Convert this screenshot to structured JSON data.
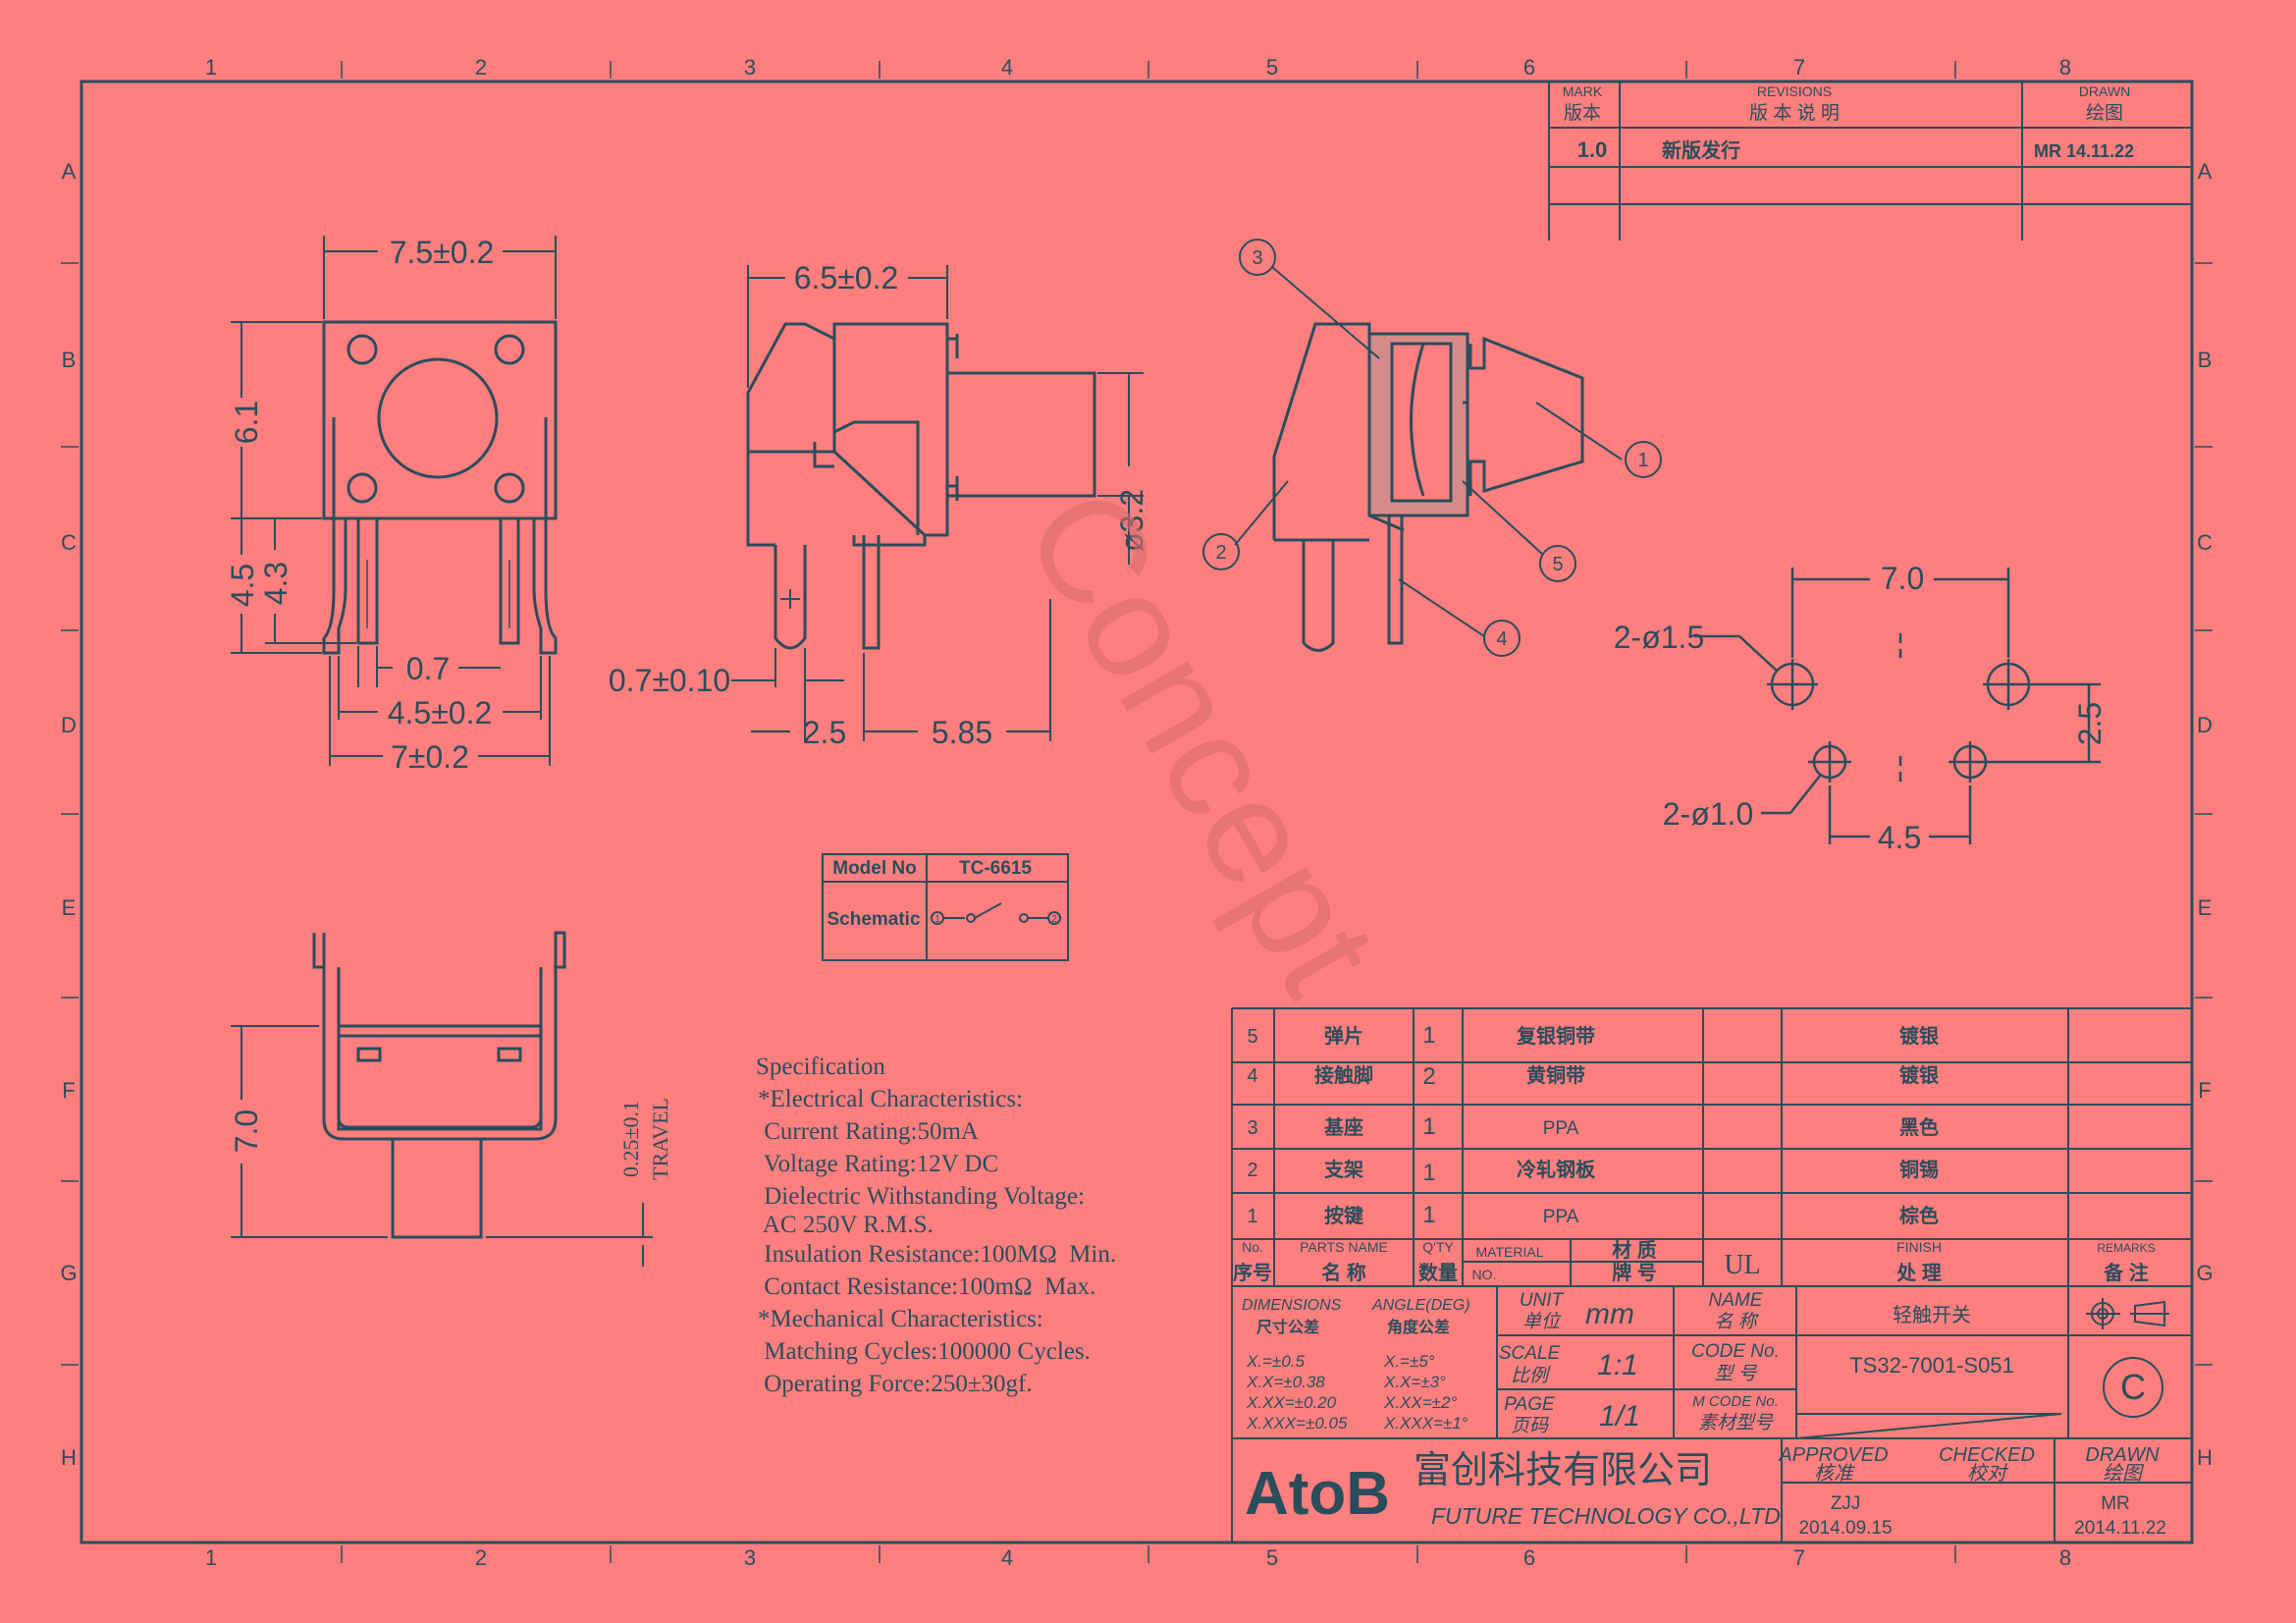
{
  "border": {
    "columns": [
      "1",
      "2",
      "3",
      "4",
      "5",
      "6",
      "7",
      "8"
    ],
    "rows": [
      "A",
      "B",
      "C",
      "D",
      "E",
      "F",
      "G",
      "H"
    ]
  },
  "revisions": {
    "mark_en": "MARK",
    "mark_cn": "版本",
    "rev_en": "REVISIONS",
    "rev_cn": "版 本 说 明",
    "drawn_en": "DRAWN",
    "drawn_cn": "绘图",
    "entry": {
      "mark": "1.0",
      "desc": "新版发行",
      "drawn": "MR 14.11.22"
    }
  },
  "dimensions": {
    "front_width": "7.5±0.2",
    "front_height": "6.1",
    "pin_len_outer": "4.5",
    "pin_len_inner": "4.3",
    "pin_width": "0.7",
    "pin_pitch": "4.5±0.2",
    "overall_width": "7±0.2",
    "side_depth": "6.5±0.2",
    "button_dia": "ø3.2",
    "side_pin": "0.7±0.10",
    "side_pin_offset": "2.5",
    "side_pin_span": "5.85",
    "bottom_height": "7.0",
    "travel_value": "0.25±0.1",
    "travel_label": "TRAVEL",
    "pcb_hole_large": "2-ø1.5",
    "pcb_hole_small": "2-ø1.0",
    "pcb_span_top": "7.0",
    "pcb_span_bottom": "4.5",
    "pcb_vertical": "2.5"
  },
  "balloons": [
    "1",
    "2",
    "3",
    "4",
    "5"
  ],
  "watermark": "Concept",
  "model_table": {
    "model_label": "Model No",
    "model_value": "TC-6615",
    "schematic_label": "Schematic",
    "pin1": "1",
    "pin2": "2"
  },
  "specification": [
    "Specification",
    "*Electrical Characteristics:",
    " Current Rating:50mA",
    " Voltage Rating:12V DC",
    " Dielectric Withstanding Voltage:",
    " AC 250V R.M.S.",
    " Insulation Resistance:100MΩ  Min.",
    " Contact Resistance:100mΩ  Max.",
    "*Mechanical Characteristics:",
    " Matching Cycles:100000 Cycles.",
    " Operating Force:250±30gf."
  ],
  "bom": {
    "rows": [
      {
        "no": "5",
        "name": "弹片",
        "qty": "1",
        "material": "复银铜带",
        "finish": "镀银"
      },
      {
        "no": "4",
        "name": "接触脚",
        "qty": "2",
        "material": "黄铜带",
        "finish": "镀银"
      },
      {
        "no": "3",
        "name": "基座",
        "qty": "1",
        "material": "PPA",
        "finish": "黑色"
      },
      {
        "no": "2",
        "name": "支架",
        "qty": "1",
        "material": "冷轧钢板",
        "finish": "铜锡"
      },
      {
        "no": "1",
        "name": "按键",
        "qty": "1",
        "material": "PPA",
        "finish": "棕色"
      }
    ],
    "header": {
      "no_en": "No.",
      "no_cn": "序号",
      "name_en": "PARTS NAME",
      "name_cn": "名 称",
      "qty_en": "Q'TY",
      "qty_cn": "数量",
      "mat_en": "MATERIAL",
      "mat_cn": "材 质",
      "brand_en": "NO.",
      "brand_cn": "牌 号",
      "ul": "UL",
      "finish_en": "FINISH",
      "finish_cn": "处 理",
      "remarks_en": "REMARKS",
      "remarks_cn": "备 注"
    }
  },
  "title_block": {
    "dim_en": "DIMENSIONS",
    "dim_cn": "尺寸公差",
    "ang_en": "ANGLE(DEG)",
    "ang_cn": "角度公差",
    "tol_lin": [
      "X.=±0.5",
      "X.X=±0.38",
      "X.XX=±0.20",
      "X.XXX=±0.05"
    ],
    "tol_ang": [
      "X.=±5°",
      "X.X=±3°",
      "X.XX=±2°",
      "X.XXX=±1°"
    ],
    "unit_en": "UNIT",
    "unit_cn": "单位",
    "unit_val": "mm",
    "scale_en": "SCALE",
    "scale_cn": "比例",
    "scale_val": "1:1",
    "page_en": "PAGE",
    "page_cn": "页码",
    "page_val": "1/1",
    "name_en": "NAME",
    "name_cn": "名 称",
    "name_val": "轻触开关",
    "code_en": "CODE No.",
    "code_cn": "型 号",
    "code_val": "TS32-7001-S051",
    "mcode_en": "M CODE No.",
    "mcode_cn": "素材型号",
    "rev_letter": "C",
    "approved_en": "APPROVED",
    "approved_cn": "核准",
    "approved_by": "ZJJ",
    "approved_date": "2014.09.15",
    "checked_en": "CHECKED",
    "checked_cn": "校对",
    "drawn_en": "DRAWN",
    "drawn_cn": "绘图",
    "drawn_by": "MR",
    "drawn_date": "2014.11.22",
    "logo": "AtoB",
    "company_cn": "富创科技有限公司",
    "company_en": "FUTURE TECHNOLOGY CO.,LTD"
  },
  "colors": {
    "background": "#ff7f7f",
    "ink": "#2a4d5c",
    "watermark": "#d86b6b"
  }
}
